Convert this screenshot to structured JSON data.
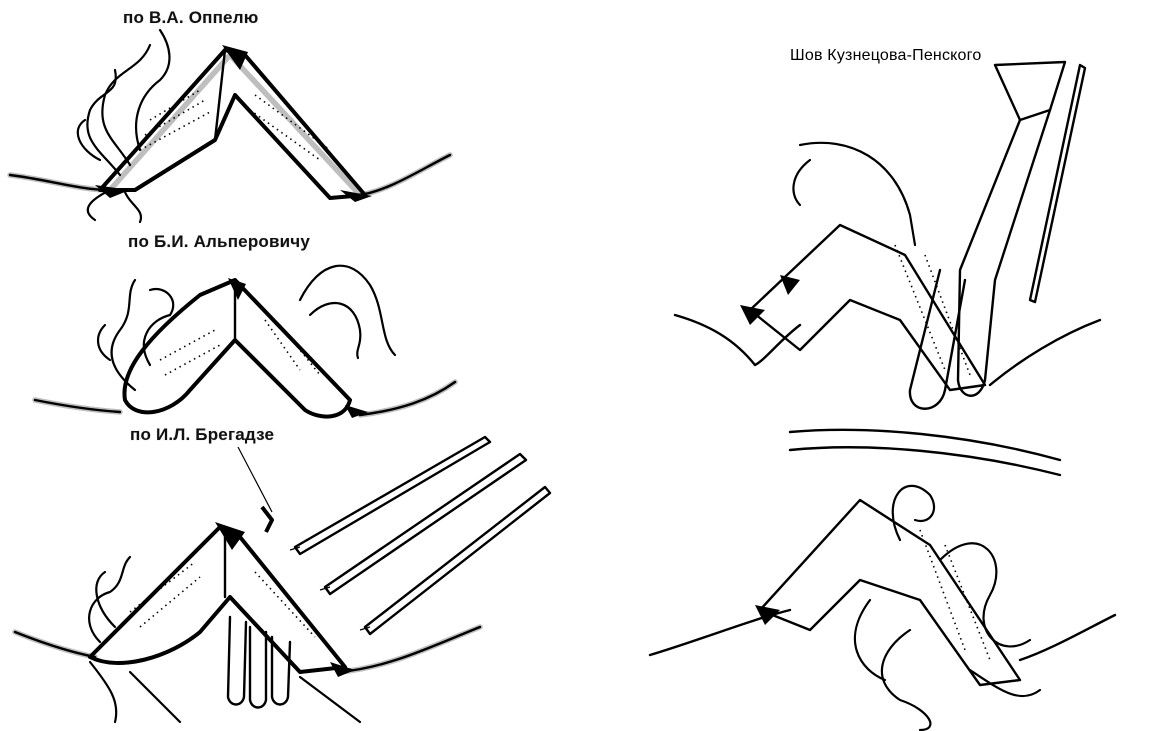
{
  "captions": {
    "oppel": "по В.А. Оппелю",
    "alperovich": "по Б.И. Альперовичу",
    "bregadze": "по И.Л. Брегадзе",
    "kuznetsov": "Шов Кузнецова-Пенского"
  }
}
